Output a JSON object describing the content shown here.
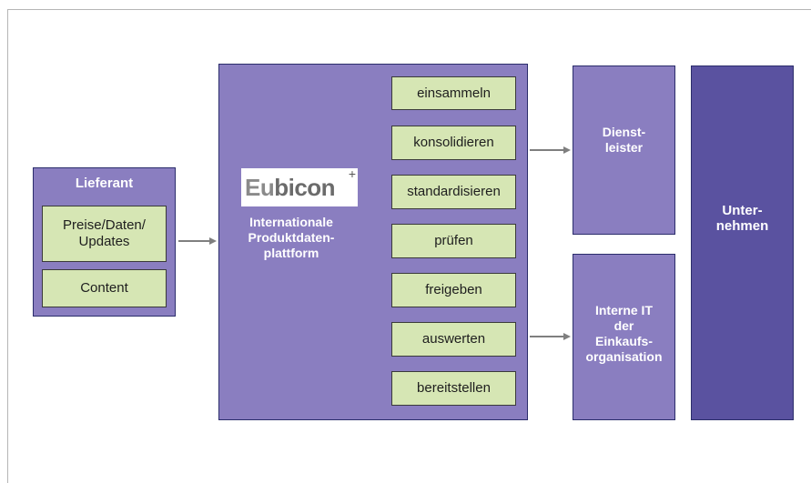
{
  "supplier": {
    "title": "Lieferant",
    "items": [
      "Preise/Daten/\nUpdates",
      "Content"
    ]
  },
  "platform": {
    "logo_prefix": "Eu",
    "logo_suffix": "bicon",
    "description": "Internationale\nProduktdaten-\nplattform",
    "steps": [
      "einsammeln",
      "konsolidieren",
      "standardisieren",
      "prüfen",
      "freigeben",
      "auswerten",
      "bereitstellen"
    ]
  },
  "service_provider": {
    "label": "Dienst-\nleister"
  },
  "internal_it": {
    "label": "Interne IT\nder\nEinkaufs-\norganisation"
  },
  "company": {
    "label": "Unter-\nnehmen"
  },
  "colors": {
    "box_fill": "#8a7ec0",
    "company_fill": "#5a52a0",
    "step_fill": "#d6e6b4",
    "arrow": "#7f7f7f"
  }
}
